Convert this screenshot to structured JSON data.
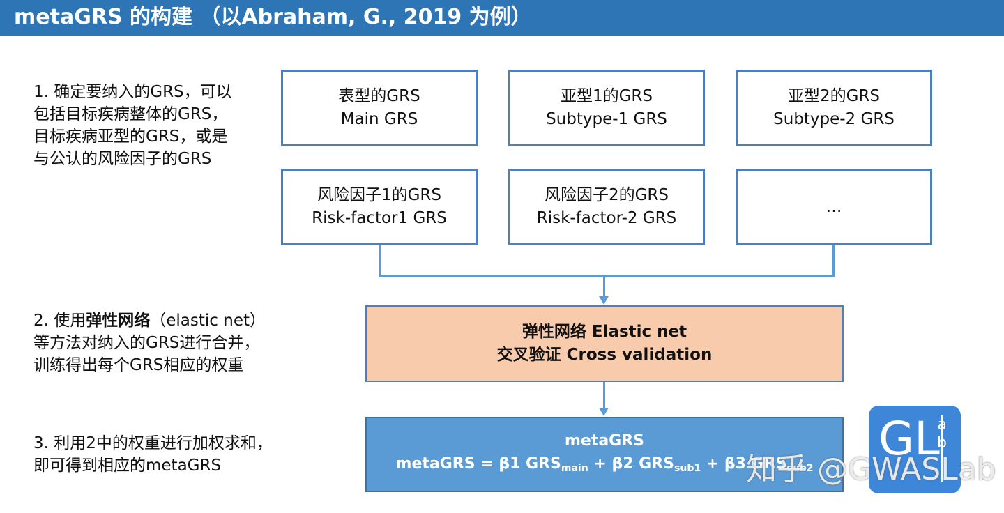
{
  "header": {
    "title": "metaGRS 的构建 （以Abraham, G., 2019 为例）"
  },
  "steps": {
    "s1": [
      "1. 确定要纳入的GRS，可以",
      "包括目标疾病整体的GRS，",
      "目标疾病亚型的GRS，或是",
      "与公认的风险因子的GRS"
    ],
    "s2": {
      "line1_a": "2. 使用",
      "line1_b": "弹性网络",
      "line1_c": "（elastic net）",
      "line2": "等方法对纳入的GRS进行合并，",
      "line3": "训练得出每个GRS相应的权重"
    },
    "s3": [
      "3. 利用2中的权重进行加权求和，",
      "即可得到相应的metaGRS"
    ]
  },
  "boxes": [
    {
      "cn": "表型的GRS",
      "en": "Main GRS"
    },
    {
      "cn": "亚型1的GRS",
      "en": "Subtype-1 GRS"
    },
    {
      "cn": "亚型2的GRS",
      "en": "Subtype-2 GRS"
    },
    {
      "cn": "风险因子1的GRS",
      "en": "Risk-factor1 GRS"
    },
    {
      "cn": "风险因子2的GRS",
      "en": "Risk-factor-2 GRS"
    },
    {
      "cn": "",
      "en": "…"
    }
  ],
  "elastic": {
    "line1": "弹性网络 Elastic net",
    "line2": "交叉验证 Cross validation"
  },
  "meta": {
    "title": "metaGRS",
    "f0": "metaGRS = β1 GRS",
    "sub_main": "main",
    "f1": " + β2 GRS",
    "sub_sub1": "sub1",
    "f2": " + β3 GRS",
    "sub_sub2": "sub2"
  },
  "logo": {
    "letters": "GL",
    "a": "a",
    "b": "b"
  },
  "watermark": "知乎 @GWASLab",
  "colors": {
    "header": "#2e75b6",
    "border": "#4a7fc1",
    "elastic_fill": "#f8cbad",
    "meta_fill": "#5b9bd5"
  }
}
